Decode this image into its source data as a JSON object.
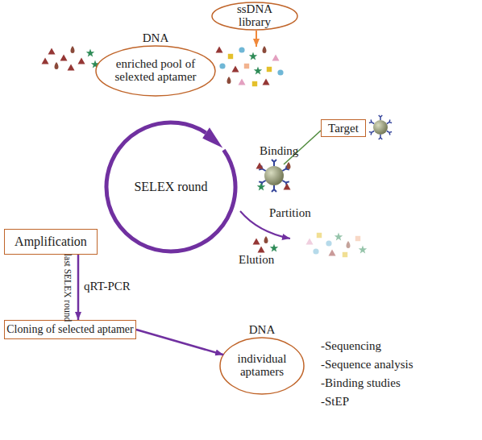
{
  "diagram": {
    "nodes": [
      {
        "text": [
          "ssDNA library"
        ]
      },
      {
        "text": [
          "DNA",
          "enriched pool of selexted aptamer"
        ]
      },
      {
        "text": [
          "Target"
        ]
      },
      {
        "text": [
          "SELEX round"
        ]
      },
      {
        "text": [
          "Amplification"
        ]
      },
      {
        "text": [
          "Cloning of selected aptamer"
        ]
      },
      {
        "text": [
          "DNA",
          "individual aptamers"
        ]
      }
    ],
    "edges": [
      {
        "from": 4,
        "to": 5,
        "arrow": "to",
        "label": "qRT-PCR"
      },
      {
        "from": 5,
        "to": 6,
        "arrow": "to"
      }
    ],
    "labels": [
      "Binding",
      "Partition",
      "Elution",
      "last SELEX round",
      "-Sequencing",
      "-Sequence analysis",
      "-Binding studies",
      "-StEP"
    ]
  }
}
